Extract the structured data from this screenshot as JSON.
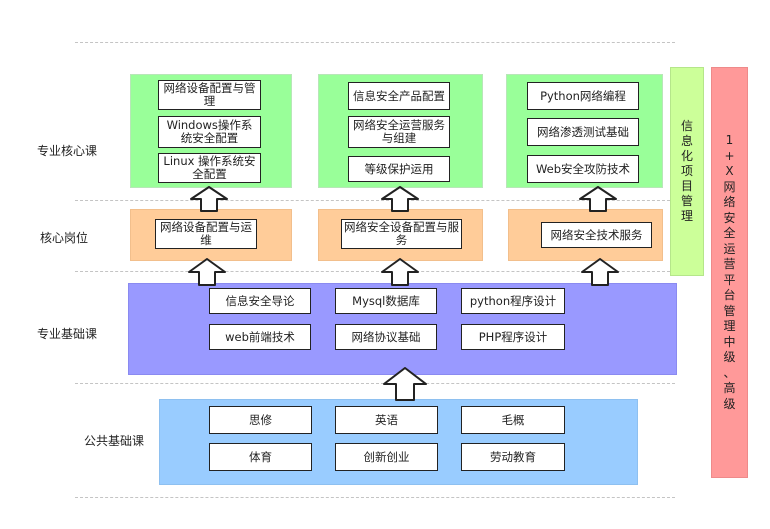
{
  "rows": {
    "core_courses": "专业核心课",
    "core_positions": "核心岗位",
    "foundation_courses": "专业基础课",
    "public_courses": "公共基础课"
  },
  "core_courses": {
    "col1": [
      "网络设备配置与管理",
      "Windows操作系统安全配置",
      "Linux 操作系统安全配置"
    ],
    "col2": [
      "信息安全产品配置",
      "网络安全运营服务与组建",
      "等级保护运用"
    ],
    "col3": [
      "Python网络编程",
      "网络渗透测试基础",
      "Web安全攻防技术"
    ]
  },
  "core_positions": [
    "网络设备配置与运维",
    "网络安全设备配置与服务",
    "网络安全技术服务"
  ],
  "foundation_courses": [
    "信息安全导论",
    "Mysql数据库",
    "python程序设计",
    "web前端技术",
    "网络协议基础",
    "PHP程序设计"
  ],
  "public_courses": [
    "思修",
    "英语",
    "毛概",
    "体育",
    "创新创业",
    "劳动教育"
  ],
  "side_green": [
    "信",
    "息",
    "化",
    "项",
    "目",
    "管",
    "理"
  ],
  "side_red": [
    "1",
    "+",
    "X",
    "网",
    "络",
    "安",
    "全",
    "运",
    "营",
    "平",
    "台",
    "管",
    "理",
    "中",
    "级",
    "、",
    "高",
    "级"
  ],
  "colors": {
    "green": "#99ff99",
    "orange": "#ffcc99",
    "purple": "#9999ff",
    "blue": "#99ccff",
    "side_green": "#ccff99",
    "side_red": "#ff9999"
  }
}
